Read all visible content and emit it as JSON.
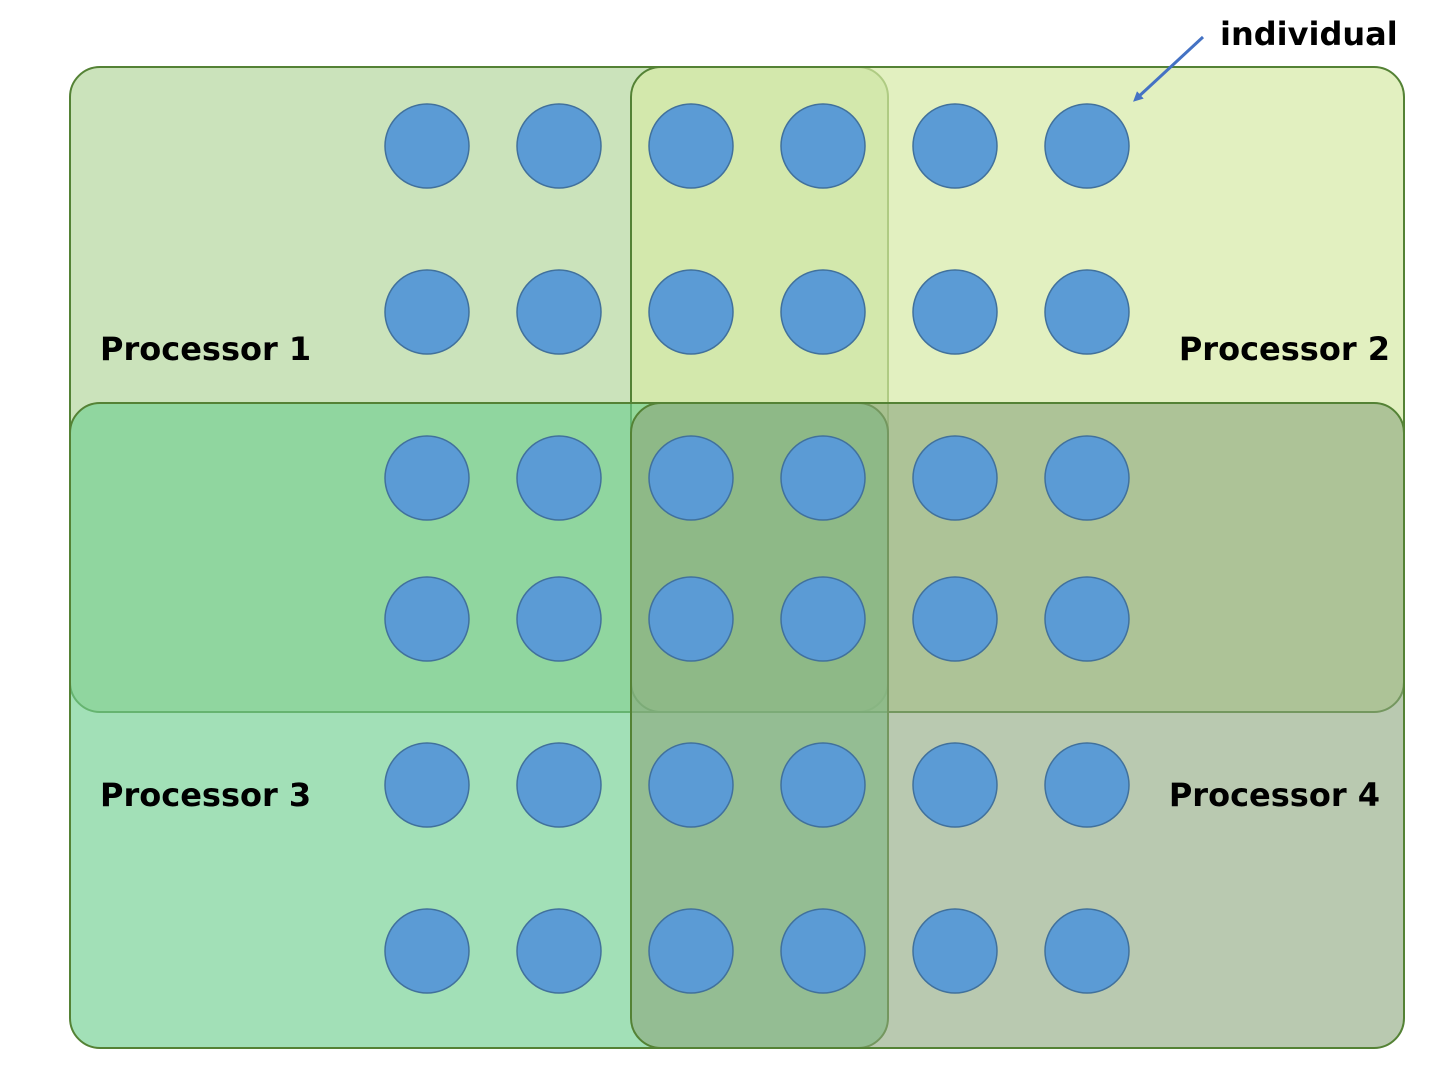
{
  "processors": [
    {
      "id": "p1",
      "label": "Processor 1",
      "color": "#a9d18e",
      "opacity": 0.6
    },
    {
      "id": "p2",
      "label": "Processor 2",
      "color": "#d6eaa5",
      "opacity": 0.7
    },
    {
      "id": "p3",
      "label": "Processor 3",
      "color": "#70d090",
      "opacity": 0.65
    },
    {
      "id": "p4",
      "label": "Processor 4",
      "color": "#8aa57c",
      "opacity": 0.6
    }
  ],
  "overlaps": {
    "column_color": "#92c45a",
    "row_color": "#3aa83f"
  },
  "individuals": {
    "rows": 6,
    "cols": 6,
    "fill": "#5b9bd5",
    "stroke": "#41719c"
  },
  "callout": {
    "text": "individual",
    "arrow_color": "#4472c4"
  }
}
